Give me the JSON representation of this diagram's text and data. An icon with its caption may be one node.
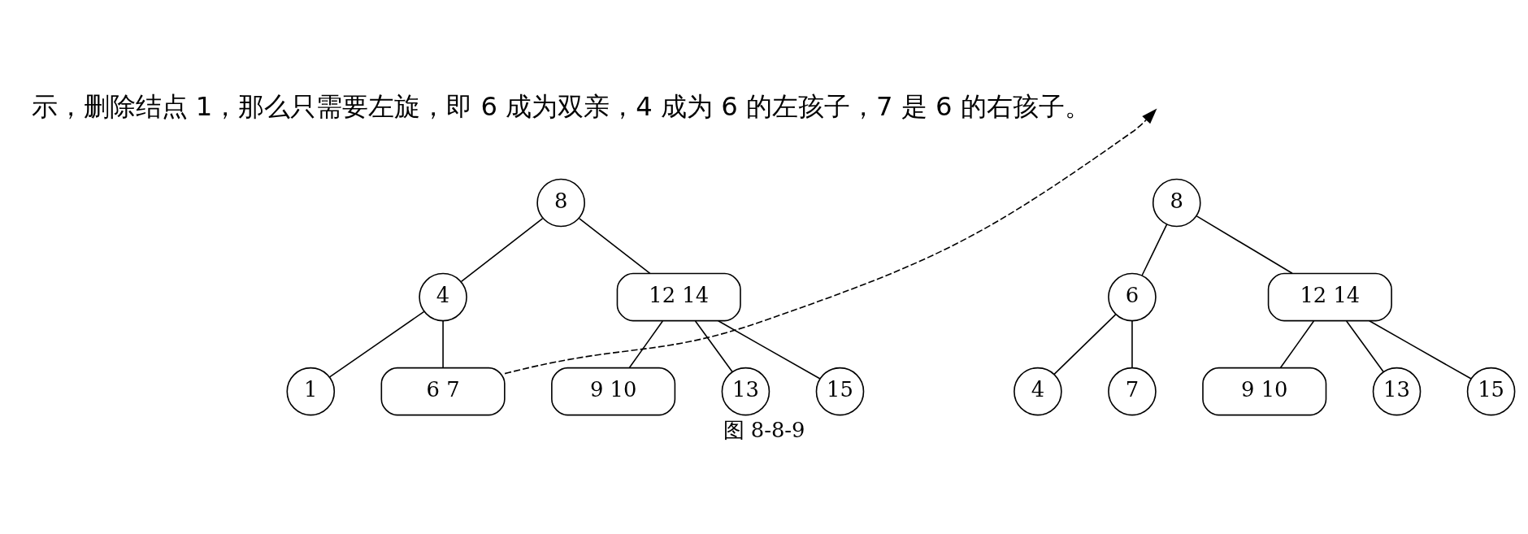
{
  "diagram": {
    "caption": "图 8-8-9",
    "nodes": [
      {
        "text": [
          "8"
        ]
      },
      {
        "text": [
          "4"
        ]
      },
      {
        "text": [
          "12 14"
        ]
      },
      {
        "text": [
          "1"
        ]
      },
      {
        "text": [
          "6 7"
        ]
      },
      {
        "text": [
          "9 10"
        ]
      },
      {
        "text": [
          "13"
        ]
      },
      {
        "text": [
          "15"
        ]
      },
      {
        "text": [
          "8"
        ]
      },
      {
        "text": [
          "6"
        ]
      },
      {
        "text": [
          "12 14"
        ]
      },
      {
        "text": [
          "4"
        ]
      },
      {
        "text": [
          "7"
        ]
      },
      {
        "text": [
          "9 10"
        ]
      },
      {
        "text": [
          "13"
        ]
      },
      {
        "text": [
          "15"
        ]
      }
    ],
    "edges": [
      {
        "from": 0,
        "to": 1,
        "arrow": "none"
      },
      {
        "from": 0,
        "to": 2,
        "arrow": "none"
      },
      {
        "from": 1,
        "to": 3,
        "arrow": "none"
      },
      {
        "from": 1,
        "to": 4,
        "arrow": "none"
      },
      {
        "from": 2,
        "to": 5,
        "arrow": "none"
      },
      {
        "from": 2,
        "to": 6,
        "arrow": "none"
      },
      {
        "from": 2,
        "to": 7,
        "arrow": "none"
      },
      {
        "from": 4,
        "to": null,
        "arrow": "to",
        "style": "dashed"
      },
      {
        "from": 8,
        "to": 9,
        "arrow": "none"
      },
      {
        "from": 8,
        "to": 10,
        "arrow": "none"
      },
      {
        "from": 9,
        "to": 11,
        "arrow": "none"
      },
      {
        "from": 9,
        "to": 12,
        "arrow": "none"
      },
      {
        "from": 10,
        "to": 13,
        "arrow": "none"
      },
      {
        "from": 10,
        "to": 14,
        "arrow": "none"
      },
      {
        "from": 10,
        "to": 15,
        "arrow": "none"
      }
    ],
    "labels": [
      "示，删除结点 1，那么只需要左旋，即 6 成为双亲，4 成为 6 的左孩子，7 是 6 的右孩子。"
    ]
  }
}
